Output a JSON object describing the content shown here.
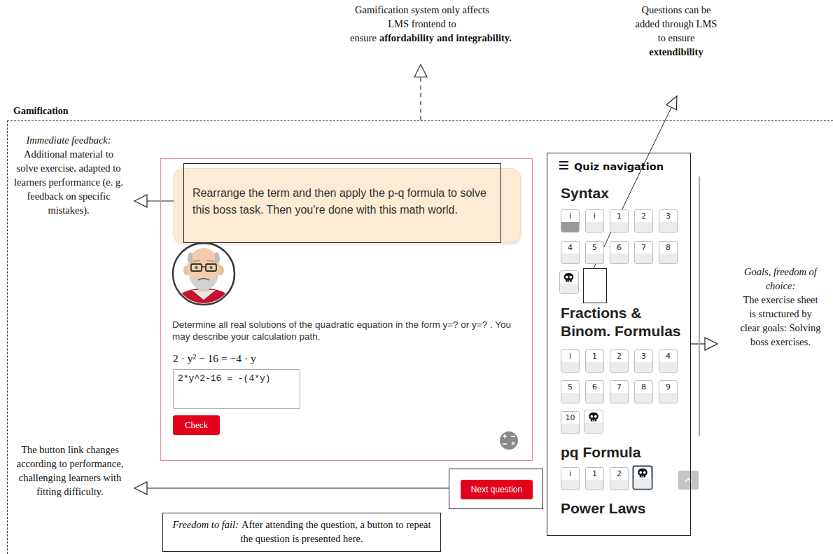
{
  "diagram": {
    "nodes": [
      {
        "text": [
          "Gamification"
        ]
      },
      {
        "text": [
          "Determine all real solutions of the quadratic equation in the form y=? or y=? . You may describe your calculation path.",
          "2 · y² − 16 = −4 · y"
        ],
        "in": 0
      },
      {
        "text": [
          "Rearrange the term and then apply the p-q formula to solve this boss task. Then you're done with this math world."
        ],
        "in": 1
      },
      {
        "text": [
          "2*y^2-16 = -(4*y)"
        ],
        "in": 1
      },
      {
        "text": [
          "Check"
        ],
        "in": 1
      },
      {
        "text": [
          "Next question"
        ],
        "in": 0
      },
      {
        "text": [
          "Freedom to fail:",
          "After attending the question, a button to repeat the question is presented here."
        ],
        "in": 0
      },
      {
        "text": [
          "Quiz navigation",
          "Syntax",
          "Fractions & Binom. Formulas",
          "pq Formula",
          "Power Laws"
        ],
        "in": 0
      },
      {
        "text": [
          "i"
        ],
        "in": 7
      },
      {
        "text": [
          "i"
        ],
        "in": 7
      },
      {
        "text": [
          "1"
        ],
        "in": 7
      },
      {
        "text": [
          "2"
        ],
        "in": 7
      },
      {
        "text": [
          "3"
        ],
        "in": 7
      },
      {
        "text": [
          "4"
        ],
        "in": 7
      },
      {
        "text": [
          "5"
        ],
        "in": 7
      },
      {
        "text": [
          "6"
        ],
        "in": 7
      },
      {
        "text": [
          "7"
        ],
        "in": 7
      },
      {
        "text": [
          "8"
        ],
        "in": 7
      },
      {
        "text": [
          "i"
        ],
        "in": 7
      },
      {
        "text": [
          "1"
        ],
        "in": 7
      },
      {
        "text": [
          "2"
        ],
        "in": 7
      },
      {
        "text": [
          "3"
        ],
        "in": 7
      },
      {
        "text": [
          "4"
        ],
        "in": 7
      },
      {
        "text": [
          "5"
        ],
        "in": 7
      },
      {
        "text": [
          "6"
        ],
        "in": 7
      },
      {
        "text": [
          "7"
        ],
        "in": 7
      },
      {
        "text": [
          "8"
        ],
        "in": 7
      },
      {
        "text": [
          "9"
        ],
        "in": 7
      },
      {
        "text": [
          "10"
        ],
        "in": 7
      },
      {
        "text": [
          "i"
        ],
        "in": 7
      },
      {
        "text": [
          "1"
        ],
        "in": 7
      },
      {
        "text": [
          "2"
        ],
        "in": 7
      }
    ],
    "labels": [
      "Gamification system only affects LMS frontend to ensure",
      "affordability",
      "and",
      "integrability.",
      "Questions can be added through LMS to ensure",
      "extendibility",
      "Immediate feedback:",
      "Additional material to solve exercise, adapted to learners performance (e. g. feedback on specific mistakes).",
      "Goals, freedom of choice:",
      "The exercise sheet is structured by clear goals: Solving boss exercises.",
      "The button link changes according to performance, challenging learners with fitting difficulty."
    ]
  }
}
